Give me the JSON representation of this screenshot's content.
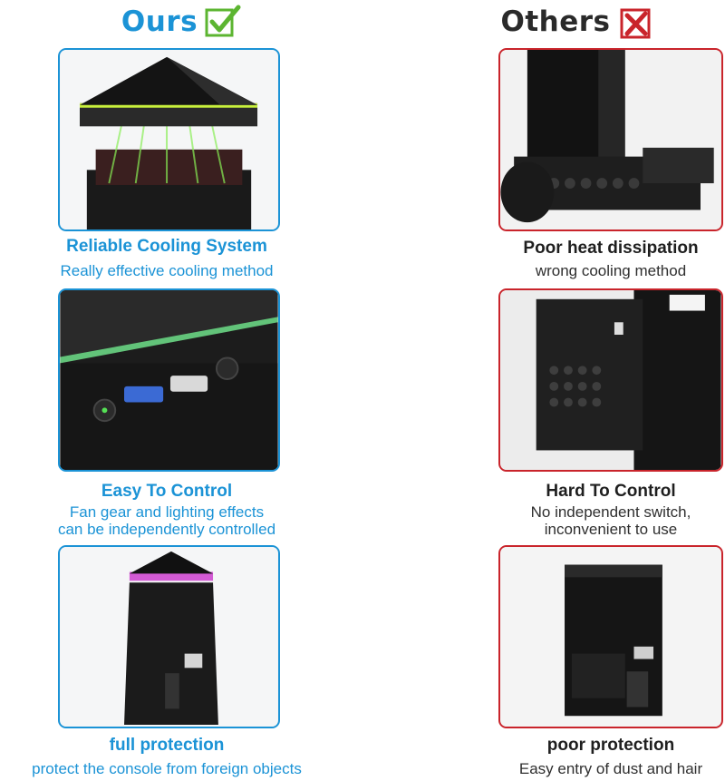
{
  "ours": {
    "heading": "Ours",
    "rows": [
      {
        "title": "Reliable Cooling System",
        "lines": [
          "Really effective cooling method"
        ]
      },
      {
        "title": "Easy To Control",
        "lines": [
          "Fan gear and lighting effects",
          "can be independently controlled"
        ]
      },
      {
        "title": "full protection",
        "lines": [
          "protect the console from foreign objects"
        ]
      }
    ]
  },
  "others": {
    "heading": "Others",
    "rows": [
      {
        "title": "Poor heat dissipation",
        "lines": [
          "wrong cooling method"
        ]
      },
      {
        "title": "Hard To Control",
        "lines": [
          "No independent switch,",
          "inconvenient to use"
        ]
      },
      {
        "title": "poor protection",
        "lines": [
          "Easy entry of dust and hair"
        ]
      }
    ]
  },
  "colors": {
    "ours_accent": "#1b93d6",
    "others_accent": "#c9242b",
    "check": "#5cb531"
  },
  "icons": {
    "ours_mark": "checkbox-check-icon",
    "others_mark": "checkbox-cross-icon"
  }
}
